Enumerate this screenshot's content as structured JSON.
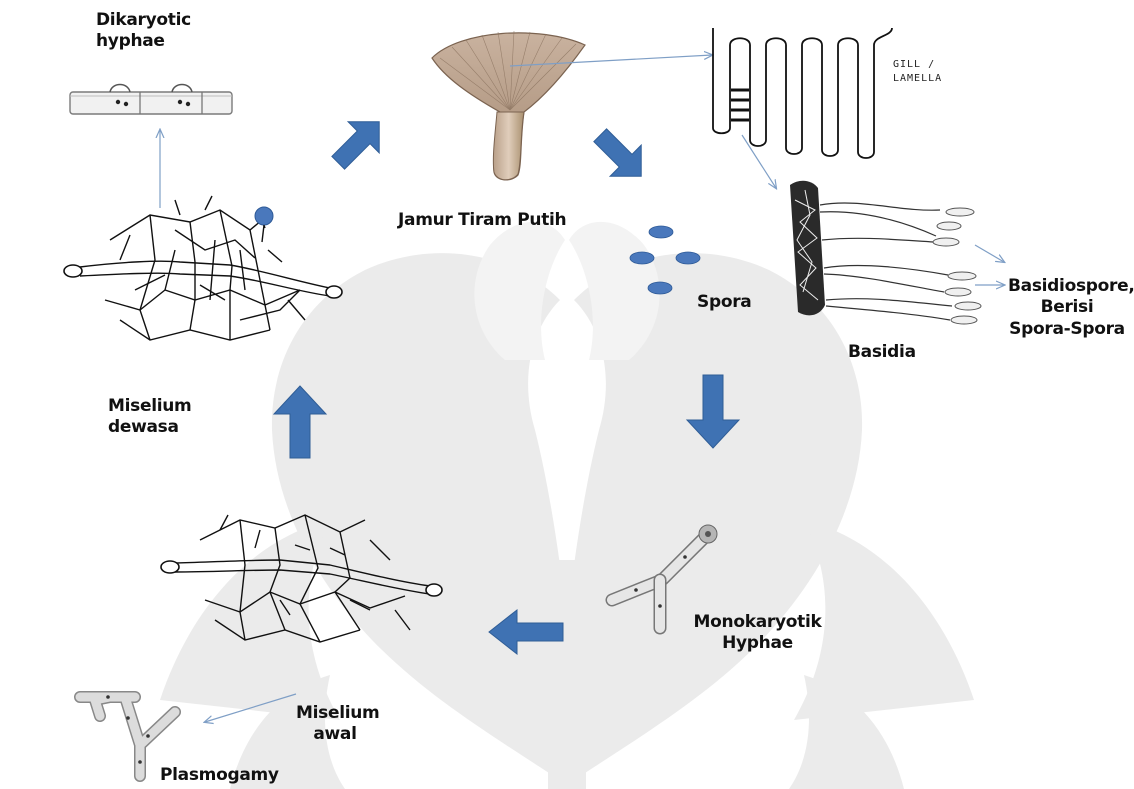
{
  "labels": {
    "dikaryotic": "Dikaryotic hyphae",
    "jamur": "Jamur Tiram Putih",
    "gill": "GILL / LAMELLA",
    "basidiospore": "Basidiospore, Berisi Spora-Spora",
    "spora": "Spora",
    "basidia": "Basidia",
    "miselium_dewasa": "Miselium dewasa",
    "monokaryotik": "Monokaryotik Hyphae",
    "miselium_awal": "Miselium awal",
    "plasmogamy": "Plasmogamy"
  },
  "colors": {
    "arrow_fill": "#3f72b3",
    "thin_arrow": "#7f9fc6",
    "spore": "#4a78bc",
    "watermark": "#ebebeb",
    "label": "#111111"
  }
}
